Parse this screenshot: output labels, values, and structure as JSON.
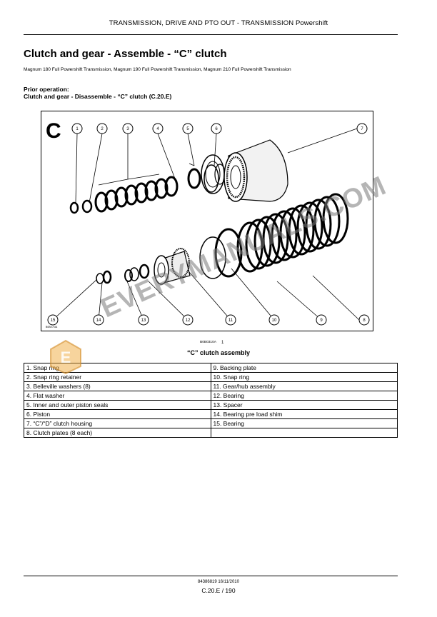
{
  "header": {
    "running_title": "TRANSMISSION, DRIVE AND PTO OUT - TRANSMISSION Powershift"
  },
  "title": "Clutch and gear - Assemble - “C” clutch",
  "subtitle": "Magnum 180 Full Powershift Transmission, Magnum 190 Full Powershift Transmission, Magnum 210 Full Powershift Transmission",
  "prior_operation": {
    "label": "Prior operation:",
    "text": "Clutch and gear - Disassemble - “C” clutch (C.20.E)"
  },
  "figure": {
    "letter": "C",
    "callouts": [
      "1",
      "2",
      "3",
      "4",
      "5",
      "6",
      "7",
      "8",
      "9",
      "10",
      "11",
      "12",
      "13",
      "14",
      "15"
    ],
    "side_code": "B0BE7I3A",
    "code": "B0B0310A",
    "number": "1",
    "caption": "“C” clutch assembly"
  },
  "parts_table": {
    "rows": [
      [
        "1. Snap ring",
        "9. Backing plate"
      ],
      [
        "2. Snap ring retainer",
        "10. Snap ring"
      ],
      [
        "3. Belleville washers (8)",
        "11. Gear/hub assembly"
      ],
      [
        "4. Flat washer",
        "12. Bearing"
      ],
      [
        "5. Inner and outer piston seals",
        "13. Spacer"
      ],
      [
        "6. Piston",
        "14. Bearing pre load shim"
      ],
      [
        "7. “C”/“D” clutch housing",
        "15. Bearing"
      ],
      [
        "8. Clutch plates (8 each)",
        ""
      ]
    ]
  },
  "watermark": {
    "text": "EVERYMANUALS.COM",
    "logo_letter": "E"
  },
  "footer": {
    "doc_info": "84386819 16/11/2010",
    "page": "C.20.E / 190"
  }
}
